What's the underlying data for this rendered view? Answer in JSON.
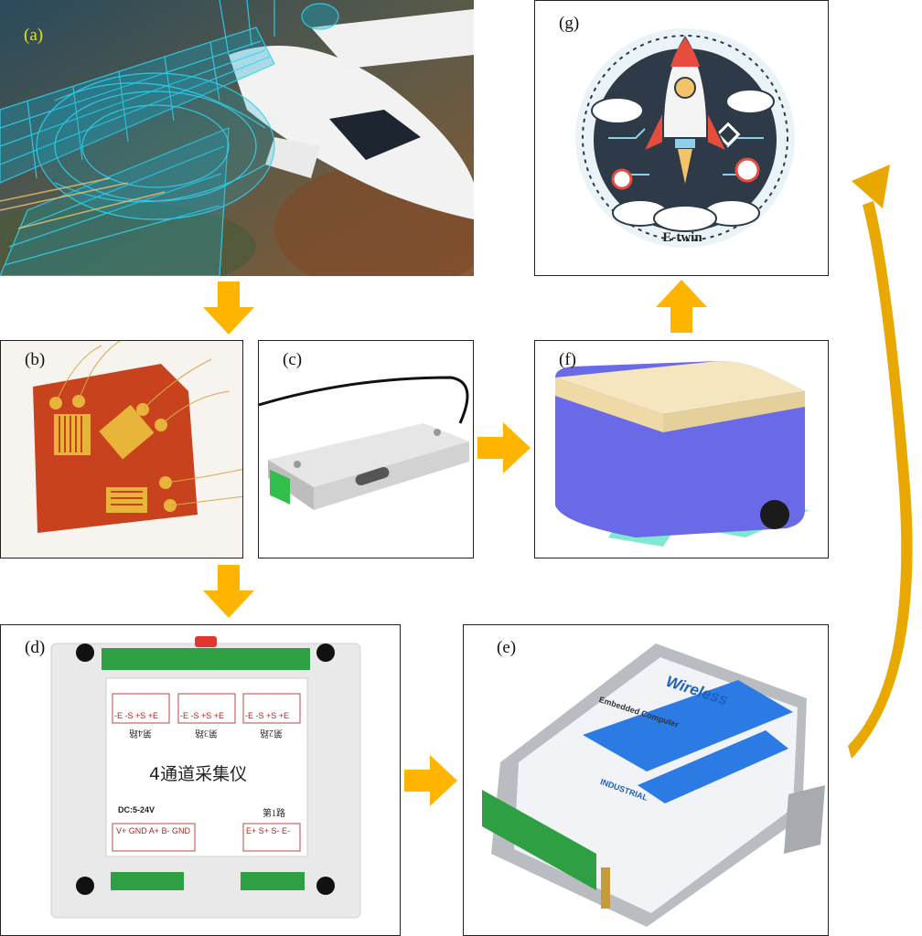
{
  "panels": {
    "a": {
      "label": "(a)"
    },
    "b": {
      "label": "(b)"
    },
    "c": {
      "label": "(c)"
    },
    "d": {
      "label": "(d)",
      "title": "4通道采集仪",
      "channel_4": "第4路",
      "channel_3": "第3路",
      "channel_2": "第2路",
      "channel_1": "第1路",
      "terminals_top": "-E  -S  +S  +E",
      "power": "DC:5-24V",
      "power_terminals": "V+ GND A+ B- GND",
      "channel_1_terminals": "E+  S+  S-  E-"
    },
    "e": {
      "label": "(e)",
      "brand": "Wireless",
      "subtitle": "Embedded Computer",
      "industrial": "INDUSTRIAL"
    },
    "f": {
      "label": "(f)"
    },
    "g": {
      "label": "(g)",
      "caption": "E-twin"
    }
  },
  "colors": {
    "arrow": "#FFB400",
    "cyan_wire": "#2fd3f0",
    "pcb": "#c8421e",
    "gold": "#e8b53a",
    "case_purple": "#6a6ae8",
    "case_cream": "#f6e6bf",
    "case_mint": "#7fe8cf",
    "terminal_green": "#2ea043"
  }
}
